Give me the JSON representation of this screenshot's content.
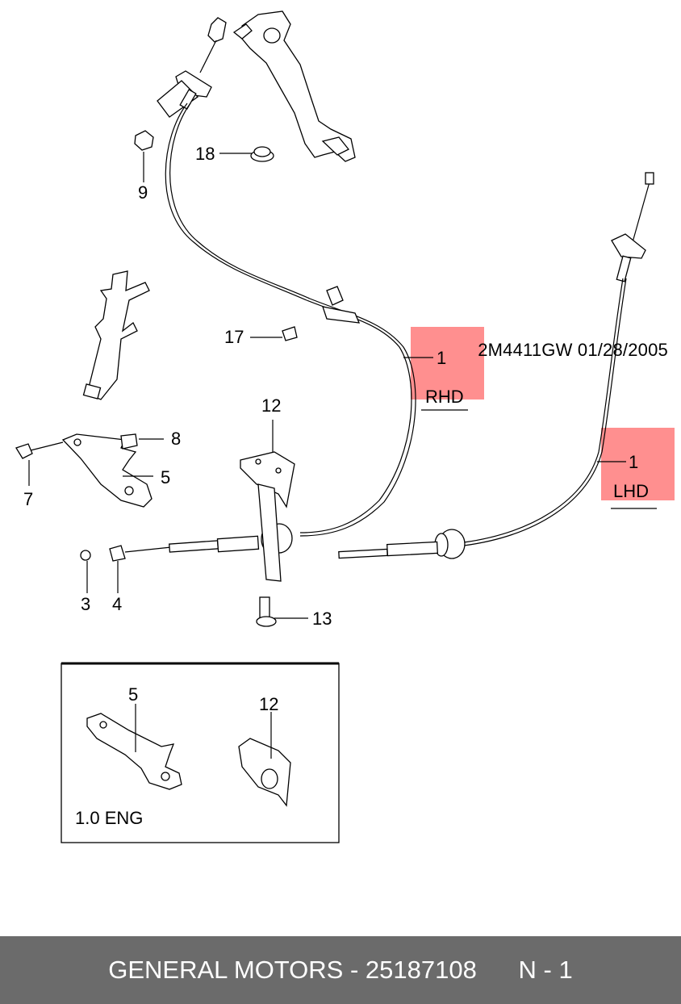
{
  "callouts": {
    "c1_rhd": "1",
    "rhd": "RHD",
    "c1_lhd": "1",
    "lhd": "LHD",
    "c3": "3",
    "c4": "4",
    "c5": "5",
    "c7": "7",
    "c8": "8",
    "c9": "9",
    "c12": "12",
    "c13": "13",
    "c17": "17",
    "c18": "18"
  },
  "inset": {
    "c5": "5",
    "c12": "12",
    "caption": "1.0 ENG"
  },
  "doc_ref": "2M4411GW  01/28/2005",
  "footer": {
    "brand": "GENERAL MOTORS",
    "separator": " - ",
    "part_number": "25187108",
    "suffix": "N - 1"
  },
  "colors": {
    "highlight": "#ff7b7b",
    "footer_bg": "#6b6b6b",
    "footer_text": "#ffffff"
  }
}
